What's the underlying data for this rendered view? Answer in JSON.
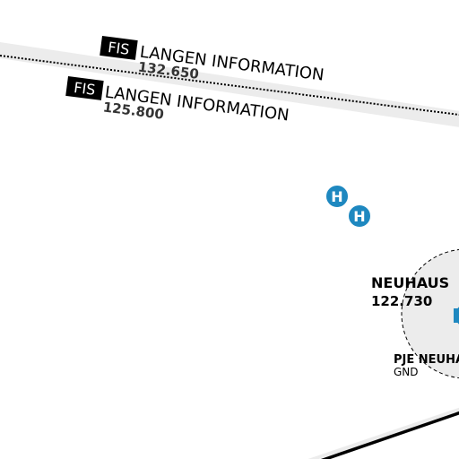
{
  "colors": {
    "background": "#ffffff",
    "fis_band": "#ececec",
    "fis_tag_bg": "#000000",
    "fis_tag_text": "#ffffff",
    "heliport": "#1e88c0",
    "airport_blue": "#1e88c0",
    "ink": "#000000",
    "frequency_text": "#333333"
  },
  "fis_labels": [
    {
      "tag": "FIS",
      "name": "LANGEN INFORMATION",
      "frequency": "132.650"
    },
    {
      "tag": "FIS",
      "name": "LANGEN INFORMATION",
      "frequency": "125.800"
    }
  ],
  "heliports": [
    {
      "symbol": "H",
      "icon": "heliport-icon"
    },
    {
      "symbol": "H",
      "icon": "heliport-icon"
    }
  ],
  "airfield": {
    "name": "NEUHAUS",
    "frequency": "122.730",
    "icon": "airfield-icon",
    "drop_zone": {
      "name": "PJE NEUHAUS",
      "service": "GND"
    }
  }
}
